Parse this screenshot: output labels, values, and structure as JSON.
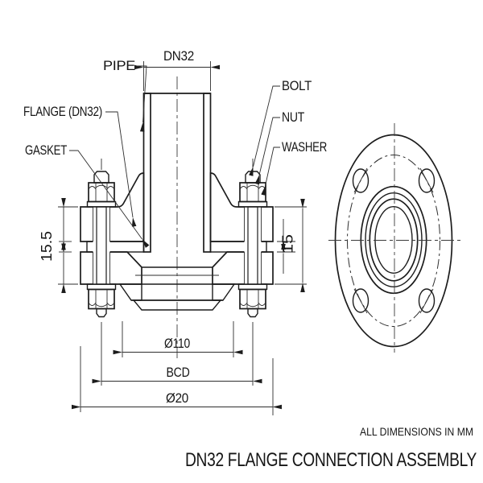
{
  "drawing": {
    "section_view": {
      "labels": {
        "pipe": "PIPE",
        "flange": "FLANGE (DN32)",
        "gasket": "GASKET",
        "bolt": "BOLT",
        "nut": "NUT",
        "washer": "WASHER"
      },
      "dimensions": {
        "pipe_bore": "DN32",
        "flange_thickness": "15.5",
        "stack_thickness": "15",
        "raised_face_diameter": "Ø110",
        "bolt_circle_diameter": "BCD",
        "flange_outer_diameter": "Ø20"
      }
    },
    "front_view": {
      "bolt_hole_count": 4
    },
    "footer": {
      "note": "ALL DIMENSIONS IN MM",
      "title": "DN32 FLANGE CONNECTION ASSEMBLY"
    },
    "colors": {
      "line": "#1c1c1c",
      "background": "#ffffff"
    }
  }
}
